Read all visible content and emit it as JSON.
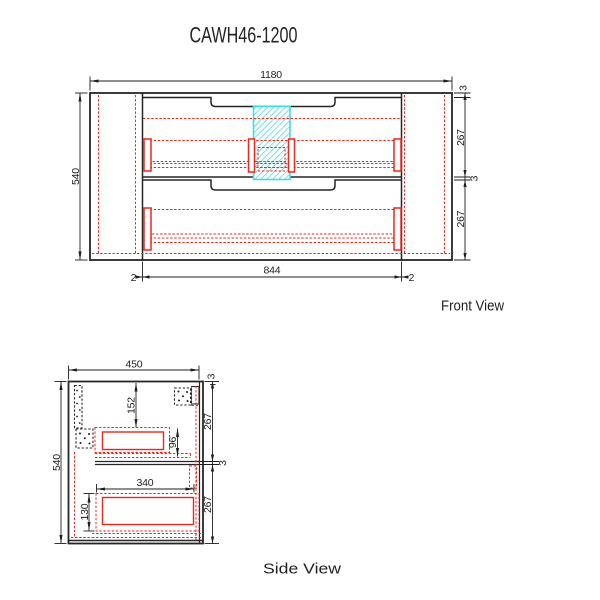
{
  "title": "CAWH46-1200",
  "front_view": {
    "label": "Front View",
    "dims": {
      "overall_width": "1180",
      "overall_height": "540",
      "top_panel_thickness": "3",
      "upper_drawer_height": "267",
      "drawer_gap": "3",
      "lower_drawer_height": "267",
      "drawer_front_width": "844",
      "left_clearance": "2",
      "right_clearance": "2"
    }
  },
  "side_view": {
    "label": "Side View",
    "dims": {
      "overall_depth": "450",
      "overall_height": "540",
      "top_panel_thickness": "3",
      "upper_section_height": "267",
      "drawer_gap": "3",
      "lower_section_height": "267",
      "upper_drawer_top_offset": "152",
      "upper_drawer_inner_height": "96",
      "lower_drawer_depth": "340",
      "lower_drawer_front_height": "130"
    }
  },
  "colors": {
    "outline": "#262626",
    "hidden_line_red": "#f3241a",
    "cutout_highlight_cyan": "#3edee9"
  }
}
